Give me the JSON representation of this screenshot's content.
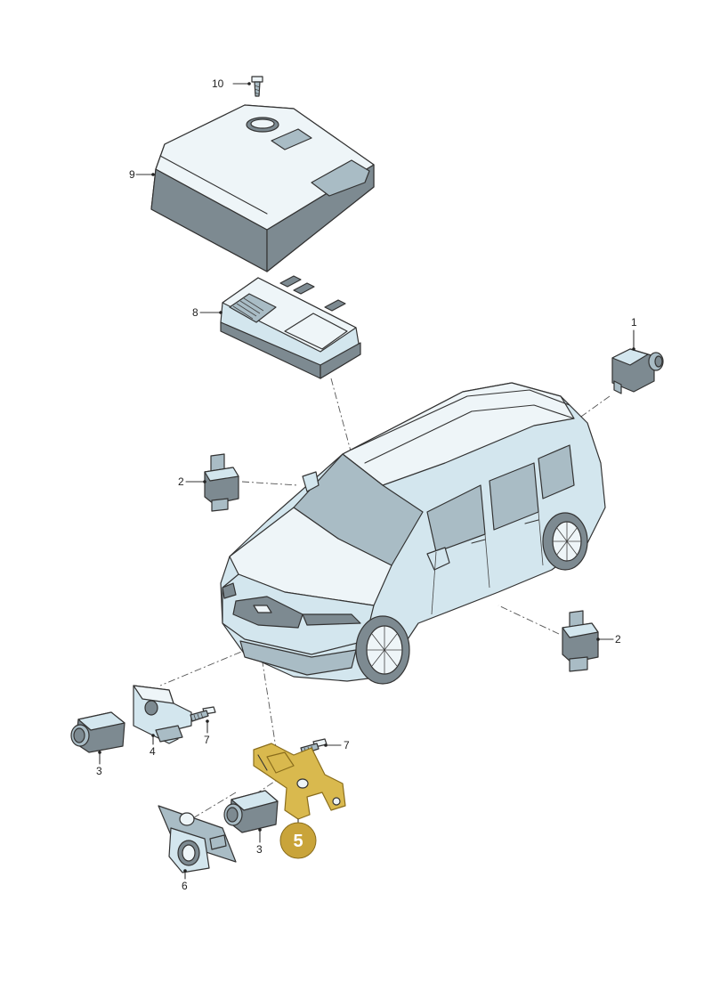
{
  "callouts": {
    "c1": "1",
    "c2a": "2",
    "c2b": "2",
    "c3a": "3",
    "c3b": "3",
    "c4": "4",
    "c6": "6",
    "c7a": "7",
    "c7b": "7",
    "c8": "8",
    "c9": "9",
    "c10": "10"
  },
  "highlight": {
    "number": "5",
    "color": "#c9a43a"
  },
  "colors": {
    "part_fill": "#d3e6ee",
    "highlight_fill": "#d9b94e"
  }
}
